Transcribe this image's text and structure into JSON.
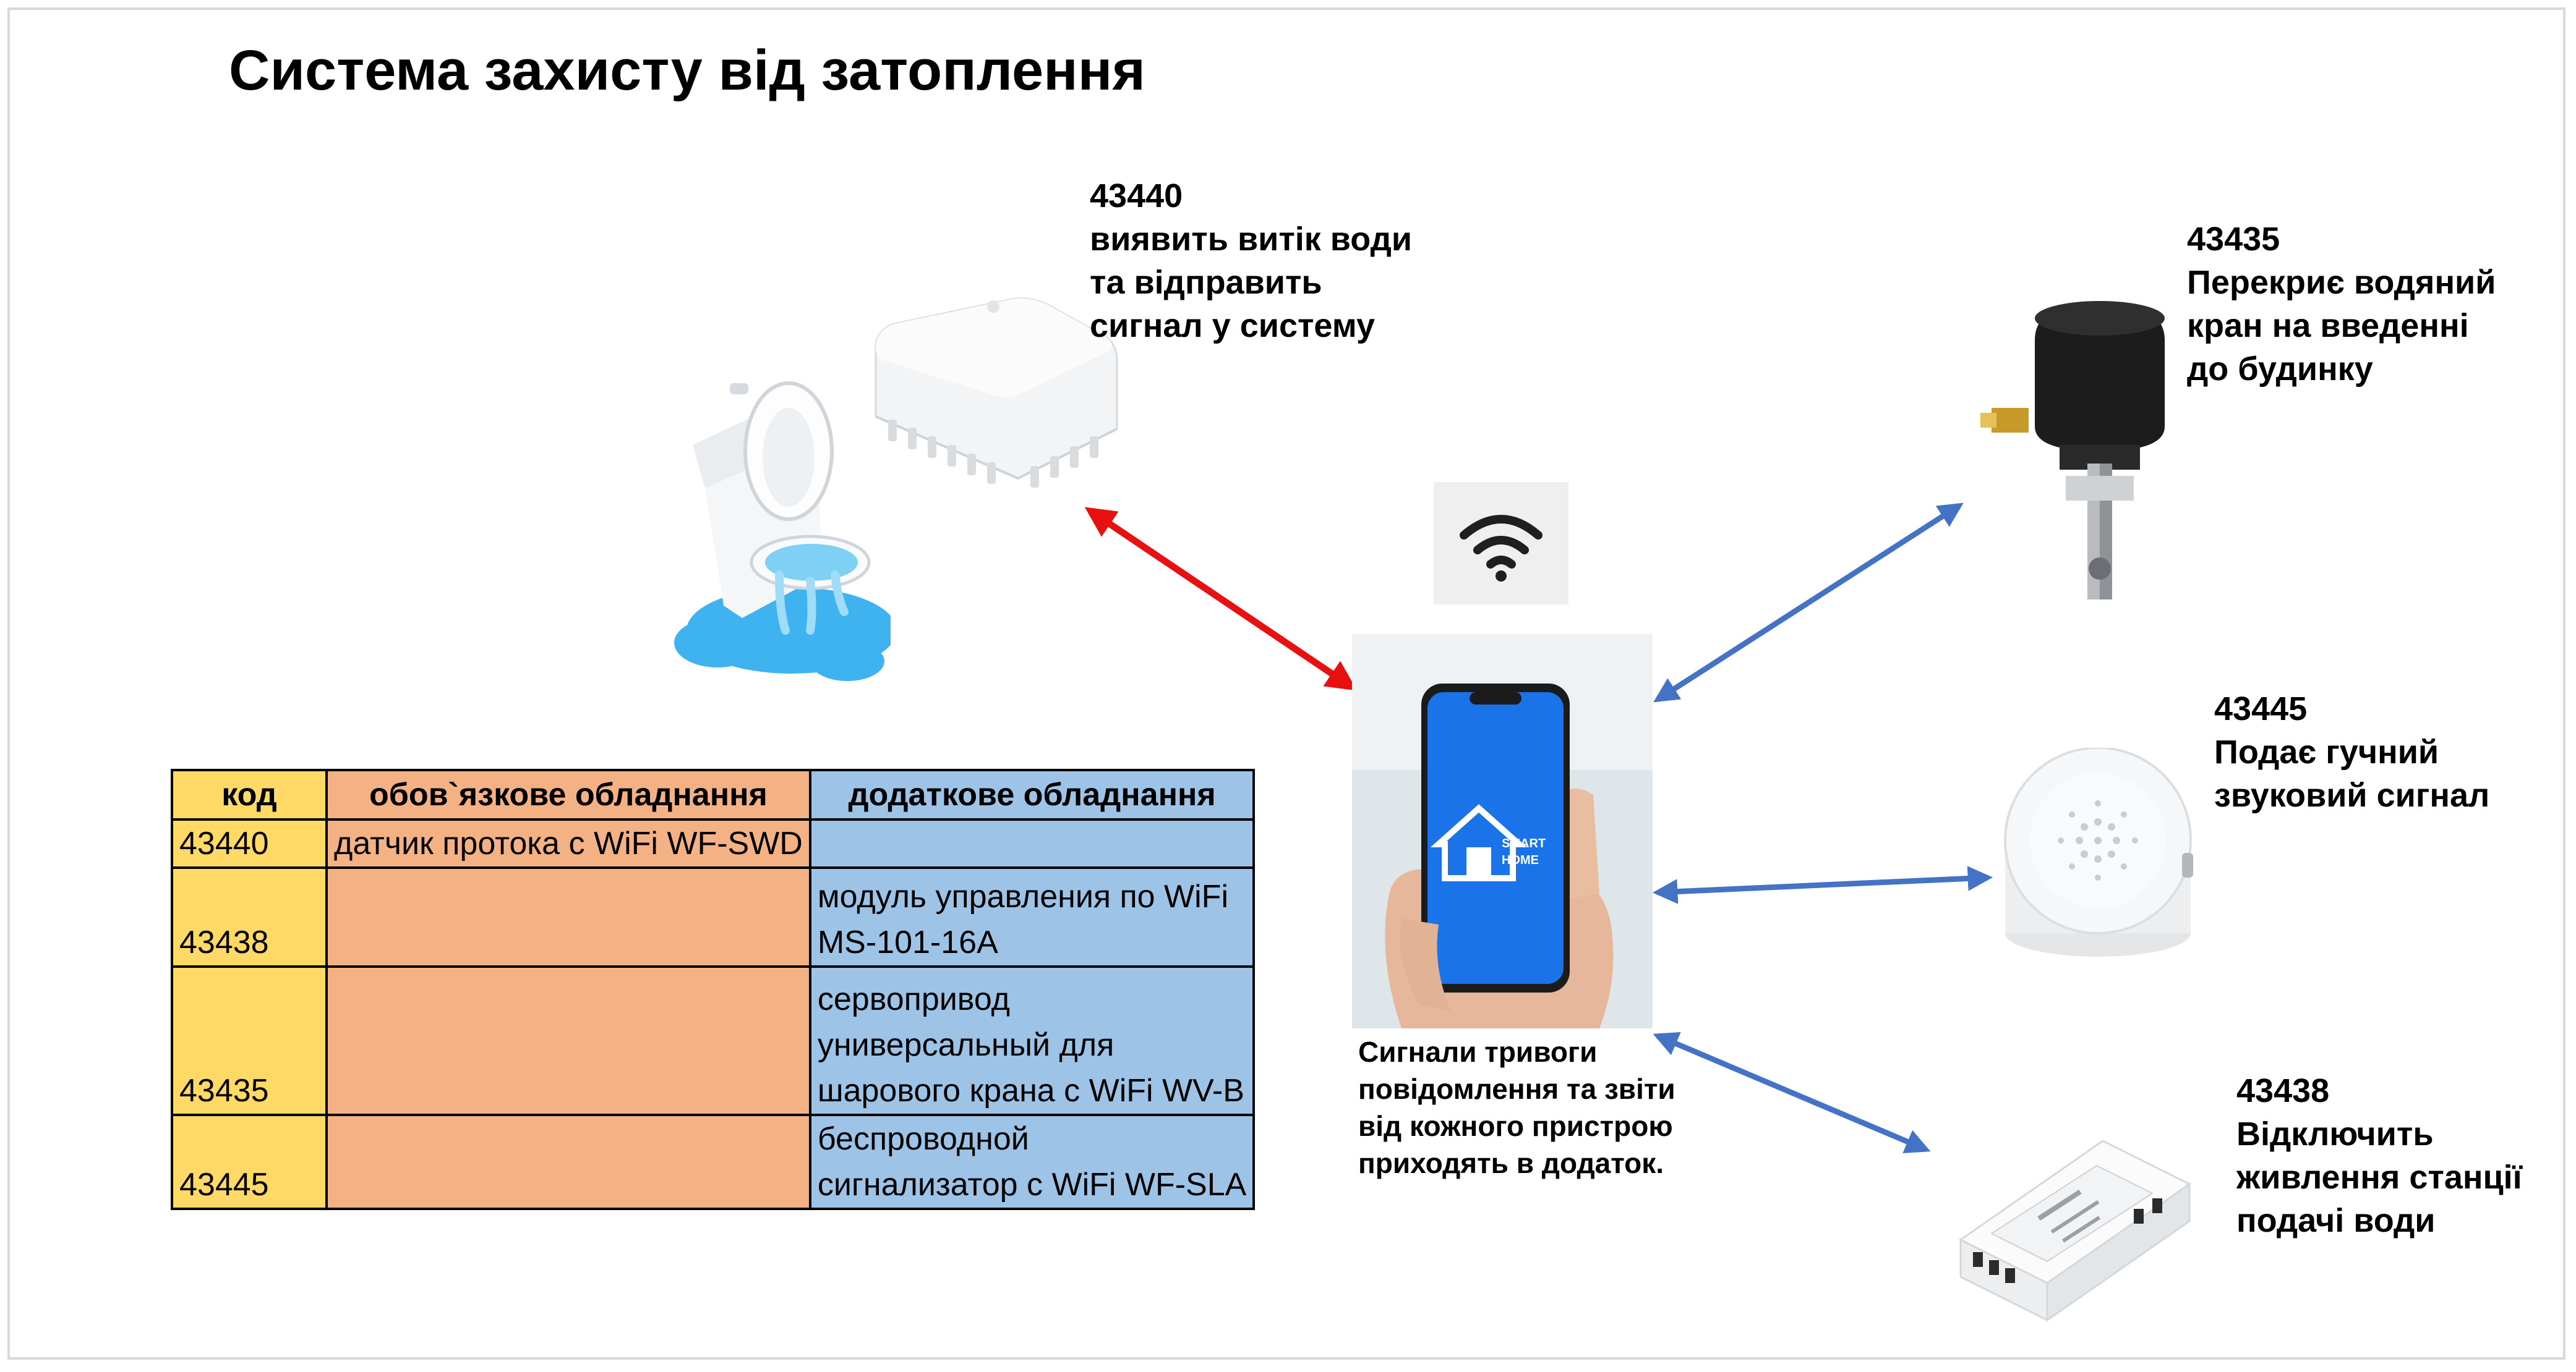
{
  "title": "Система захисту від затоплення",
  "devices": {
    "leak_sensor": {
      "code": "43440",
      "lines": [
        "виявить витік води",
        "та відправить",
        "сигнал у систему"
      ]
    },
    "valve": {
      "code": "43435",
      "lines": [
        "Перекриє водяний",
        "кран на введенні",
        "до будинку"
      ]
    },
    "siren": {
      "code": "43445",
      "lines": [
        "Подає гучний",
        "звуковий сигнал"
      ]
    },
    "switch": {
      "code": "43438",
      "lines": [
        "Відключить",
        "живлення станції",
        "подачі води"
      ]
    }
  },
  "phone": {
    "screen_text_1": "SMART",
    "screen_text_2": "HOME",
    "caption_lines": [
      "Сигнали тривоги",
      "повідомлення та звіти",
      "від кожного пристрою",
      "приходять в додаток."
    ]
  },
  "table": {
    "headers": [
      "код",
      "обов`язкове обладнання",
      "додаткове обладнання"
    ],
    "rows": [
      {
        "code": "43440",
        "required": [
          "датчик протока с WiFi WF-SWD"
        ],
        "optional": []
      },
      {
        "code": "43438",
        "required": [],
        "optional": [
          "модуль управления по WiFi",
          "MS-101-16A"
        ]
      },
      {
        "code": "43435",
        "required": [],
        "optional": [
          "сервопривод",
          "универсальный для",
          "шарового крана с WiFi WV-B"
        ]
      },
      {
        "code": "43445",
        "required": [],
        "optional": [
          "беспроводной",
          "сигнализатор с WiFi WF-SLA"
        ]
      }
    ]
  },
  "colors": {
    "red_arrow": "#e81010",
    "blue_arrow": "#4472c4",
    "code_col": "#ffd966",
    "required_col": "#f4b183",
    "optional_col": "#9dc3e6",
    "phone_screen": "#1a73e8"
  }
}
